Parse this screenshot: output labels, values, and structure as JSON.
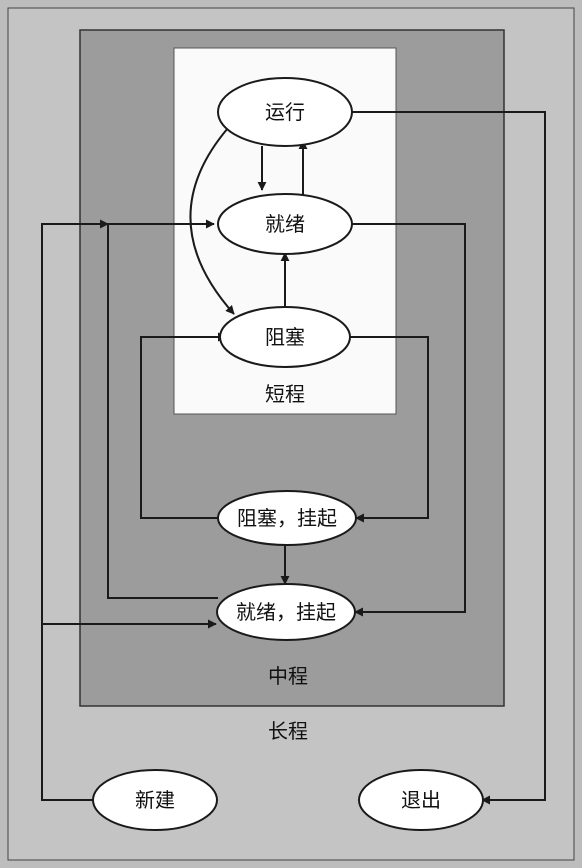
{
  "regions": {
    "long_term": "长程",
    "medium_term": "中程",
    "short_term": "短程"
  },
  "states": {
    "running": "运行",
    "ready": "就绪",
    "blocked": "阻塞",
    "blocked_suspended": "阻塞，挂起",
    "ready_suspended": "就绪，挂起",
    "new": "新建",
    "exit": "退出"
  },
  "colors": {
    "background": "#bdbdbd",
    "long_term_fill": "#c4c4c4",
    "medium_term_fill": "#9c9c9c",
    "short_term_fill": "#fafafa",
    "node_fill": "#ffffff",
    "line": "#1a1a1a"
  }
}
